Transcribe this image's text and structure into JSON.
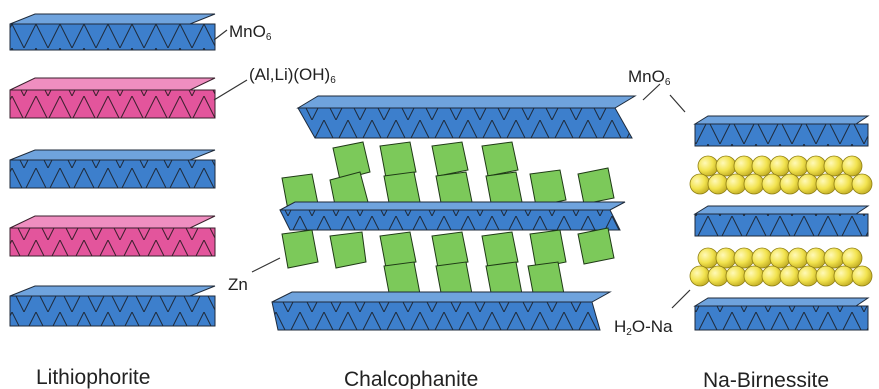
{
  "panels": [
    {
      "name": "Lithiophorite",
      "layers": [
        "MnO6",
        "(Al,Li)(OH)6",
        "MnO6",
        "(Al,Li)(OH)6",
        "MnO6"
      ]
    },
    {
      "name": "Chalcophanite",
      "layers": [
        "MnO6",
        "Zn",
        "MnO6",
        "Zn",
        "MnO6"
      ]
    },
    {
      "name": "Na-Birnessite",
      "layers": [
        "MnO6",
        "H2O-Na",
        "MnO6",
        "H2O-Na",
        "MnO6"
      ]
    }
  ],
  "labels": {
    "lith_mno6": {
      "main": "MnO",
      "sub": "6"
    },
    "lith_al": {
      "main": "(Al,Li)(OH)",
      "sub": "6"
    },
    "chalco_mno6": {
      "main": "MnO",
      "sub": "6"
    },
    "zn": "Zn",
    "h2o_na": {
      "pre": "H",
      "sub": "2",
      "post": "O-Na"
    }
  },
  "colors": {
    "mn_layer": "#3d7fcc",
    "al_li_layer": "#e3559c",
    "zn_octahedra": "#7cc95a",
    "na_spheres": "#f2e34f",
    "outline": "#1e2a3a"
  }
}
